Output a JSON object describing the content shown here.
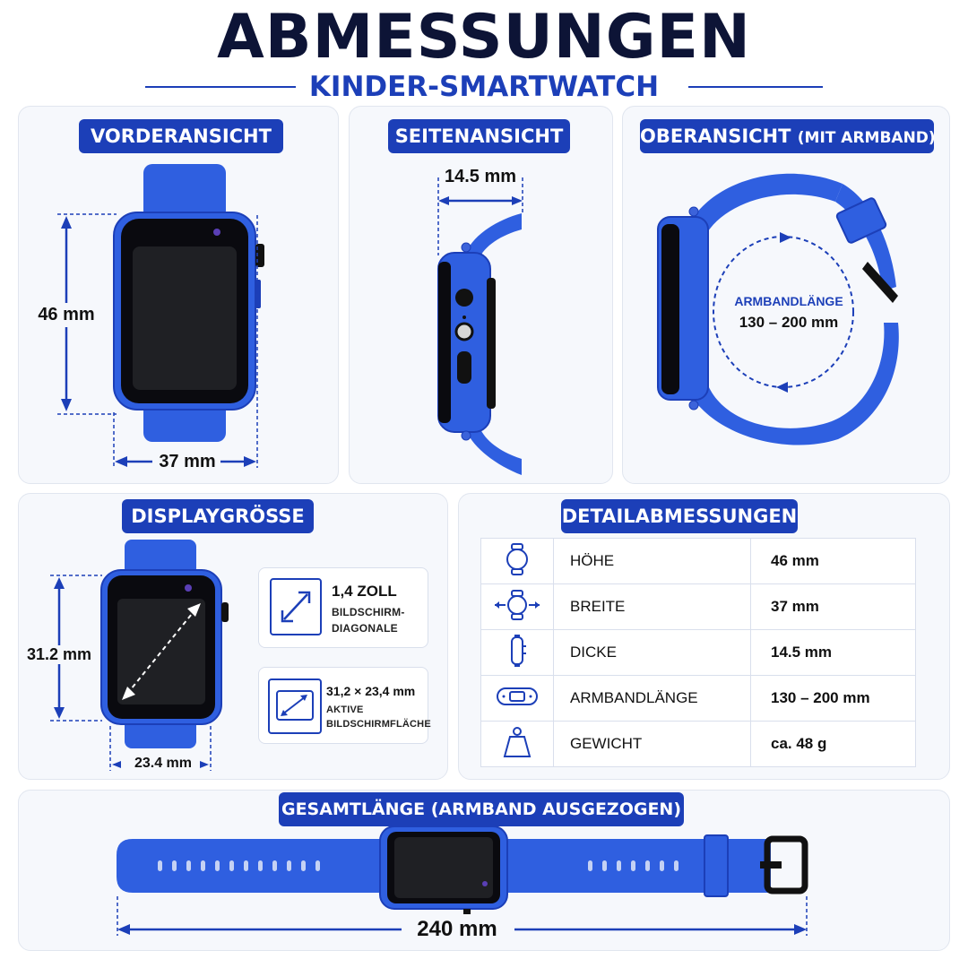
{
  "header": {
    "title": "ABMESSUNGEN",
    "subtitle": "KINDER-SMARTWATCH"
  },
  "front_view": {
    "label": "VORDERANSICHT",
    "height": "46 mm",
    "width": "37 mm"
  },
  "side_view": {
    "label": "SEITENANSICHT",
    "thickness": "14.5 mm"
  },
  "top_view": {
    "label": "OBERANSICHT",
    "label_suffix": "(MIT ARMBAND)",
    "band_title": "ARMBANDLÄNGE",
    "band_value": "130 – 200 mm"
  },
  "display": {
    "label": "DISPLAYGRÖSSE",
    "height": "31.2 mm",
    "width": "23.4 mm",
    "diagonal_value": "1,4 ZOLL",
    "diagonal_line1": "BILDSCHIRM-",
    "diagonal_line2": "DIAGONALE",
    "area_value": "31,2 × 23,4 mm",
    "area_line1": "AKTIVE",
    "area_line2": "BILDSCHIRMFLÄCHE"
  },
  "details": {
    "label": "DETAILABMESSUNGEN",
    "rows": [
      {
        "icon": "watch-height-icon",
        "label": "HÖHE",
        "value": "46 mm"
      },
      {
        "icon": "watch-width-icon",
        "label": "BREITE",
        "value": "37 mm"
      },
      {
        "icon": "watch-thickness-icon",
        "label": "DICKE",
        "value": "14.5 mm"
      },
      {
        "icon": "band-length-icon",
        "label": "ARMBANDLÄNGE",
        "value": "130 – 200 mm"
      },
      {
        "icon": "weight-icon",
        "label": "GEWICHT",
        "value": "ca. 48 g"
      }
    ]
  },
  "total": {
    "label": "GESAMTLÄNGE (ARMBAND AUSGEZOGEN)",
    "value": "240 mm"
  },
  "colors": {
    "navy": "#0d1436",
    "accent": "#1c3fb8",
    "band": "#2f5fe0"
  }
}
